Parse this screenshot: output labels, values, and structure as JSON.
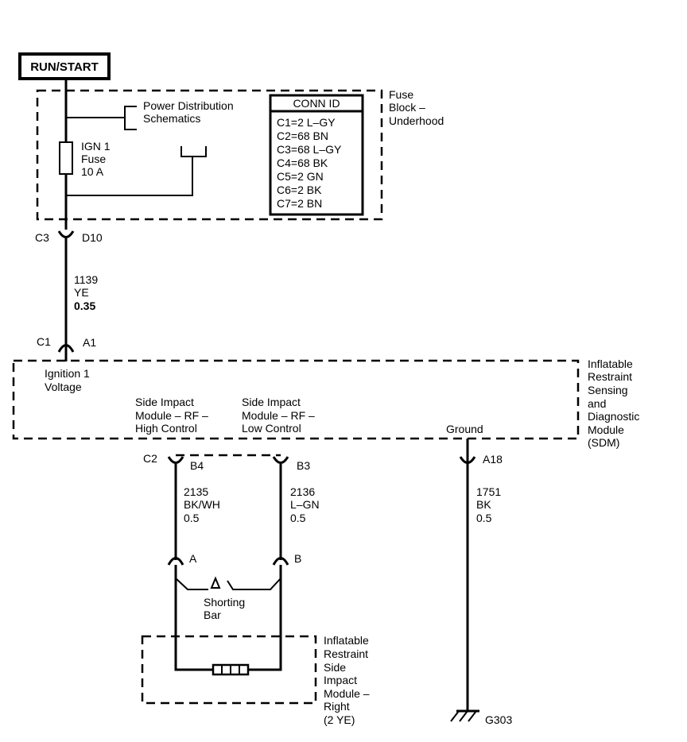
{
  "power_source": "RUN/START",
  "fuse_block": {
    "label": [
      "Fuse",
      "Block –",
      "Underhood"
    ],
    "power_distribution": [
      "Power Distribution",
      "Schematics"
    ],
    "fuse": [
      "IGN 1",
      "Fuse",
      "10 A"
    ],
    "conn_id": {
      "title": "CONN ID",
      "rows": [
        "C1=2 L–GY",
        "C2=68 BN",
        "C3=68 L–GY",
        "C4=68 BK",
        "C5=2 GN",
        "C6=2 BK",
        "C7=2 BN"
      ]
    }
  },
  "connectors": {
    "c3": "C3",
    "d10": "D10",
    "c1": "C1",
    "a1": "A1",
    "c2": "C2",
    "b4": "B4",
    "b3": "B3",
    "a18": "A18",
    "a": "A",
    "b": "B"
  },
  "wires": {
    "w1139": [
      "1139",
      "YE",
      "0.35"
    ],
    "w2135": [
      "2135",
      "BK/WH",
      "0.5"
    ],
    "w2136": [
      "2136",
      "L–GN",
      "0.5"
    ],
    "w1751": [
      "1751",
      "BK",
      "0.5"
    ]
  },
  "sdm": {
    "label": [
      "Inflatable",
      "Restraint",
      "Sensing",
      "and",
      "Diagnostic",
      "Module",
      "(SDM)"
    ],
    "ignition": [
      "Ignition 1",
      "Voltage"
    ],
    "high_control": [
      "Side Impact",
      "Module – RF –",
      "High Control"
    ],
    "low_control": [
      "Side Impact",
      "Module – RF –",
      "Low Control"
    ],
    "ground": "Ground"
  },
  "shorting_bar": [
    "Shorting",
    "Bar"
  ],
  "side_module": [
    "Inflatable",
    "Restraint",
    "Side",
    "Impact",
    "Module –",
    "Right",
    "(2 YE)"
  ],
  "ground_id": "G303"
}
